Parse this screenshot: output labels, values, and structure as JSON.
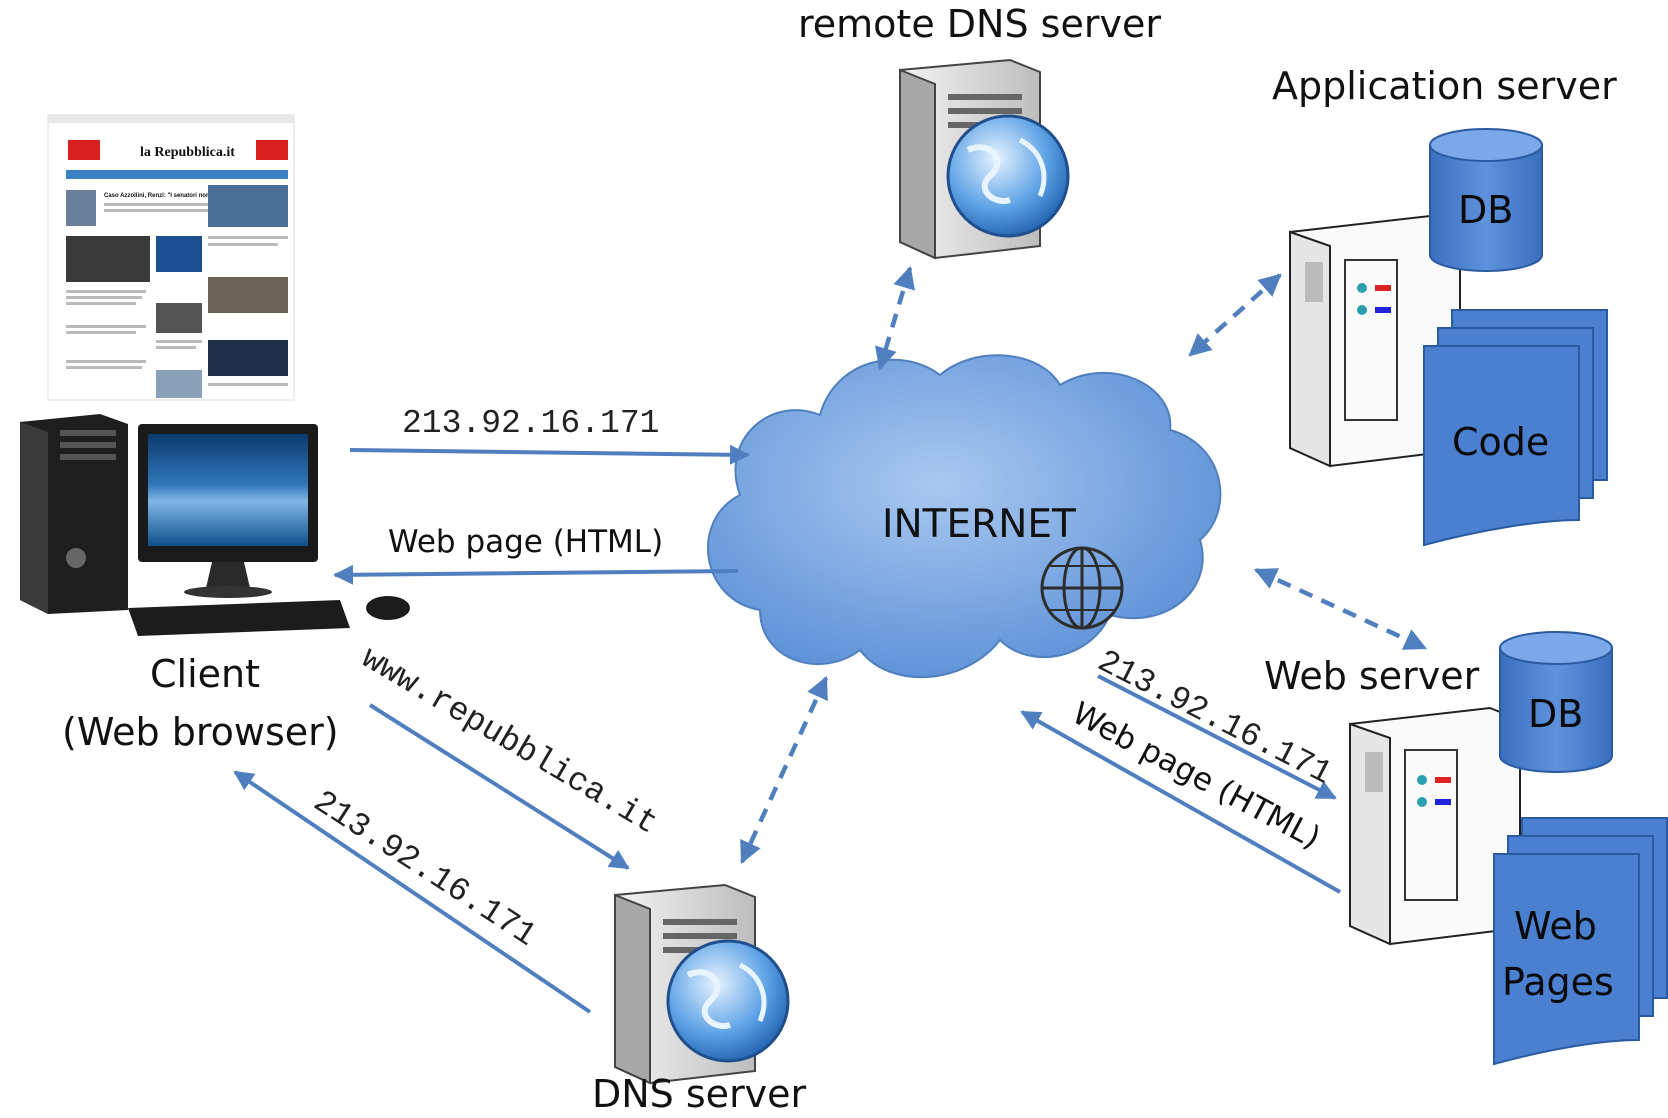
{
  "labels": {
    "remote_dns": "remote DNS server",
    "application_server": "Application server",
    "internet": "INTERNET",
    "www": "www",
    "web_server": "Web server",
    "client_line1": "Client",
    "client_line2": "(Web browser)",
    "dns_server": "DNS server",
    "db_app": "DB",
    "code": "Code",
    "db_web": "DB",
    "web_pages_line1": "Web",
    "web_pages_line2": "Pages"
  },
  "flows": {
    "client_to_internet_ip": "213.92.16.171",
    "internet_to_client_html": "Web page (HTML)",
    "client_to_dns_query": "www.repubblica.it",
    "dns_to_client_ip": "213.92.16.171",
    "internet_to_web_ip": "213.92.16.171",
    "web_to_internet_html": "Web page (HTML)"
  },
  "browser_page": {
    "logo": "la Repubblica.it",
    "headline": "Caso Azzollini, Renzi: \"I senatori non sono passacarte Procura\""
  },
  "colors": {
    "accent": "#4f7fbf",
    "cloud": "#6f9fd8",
    "db": "#3f78c8"
  }
}
